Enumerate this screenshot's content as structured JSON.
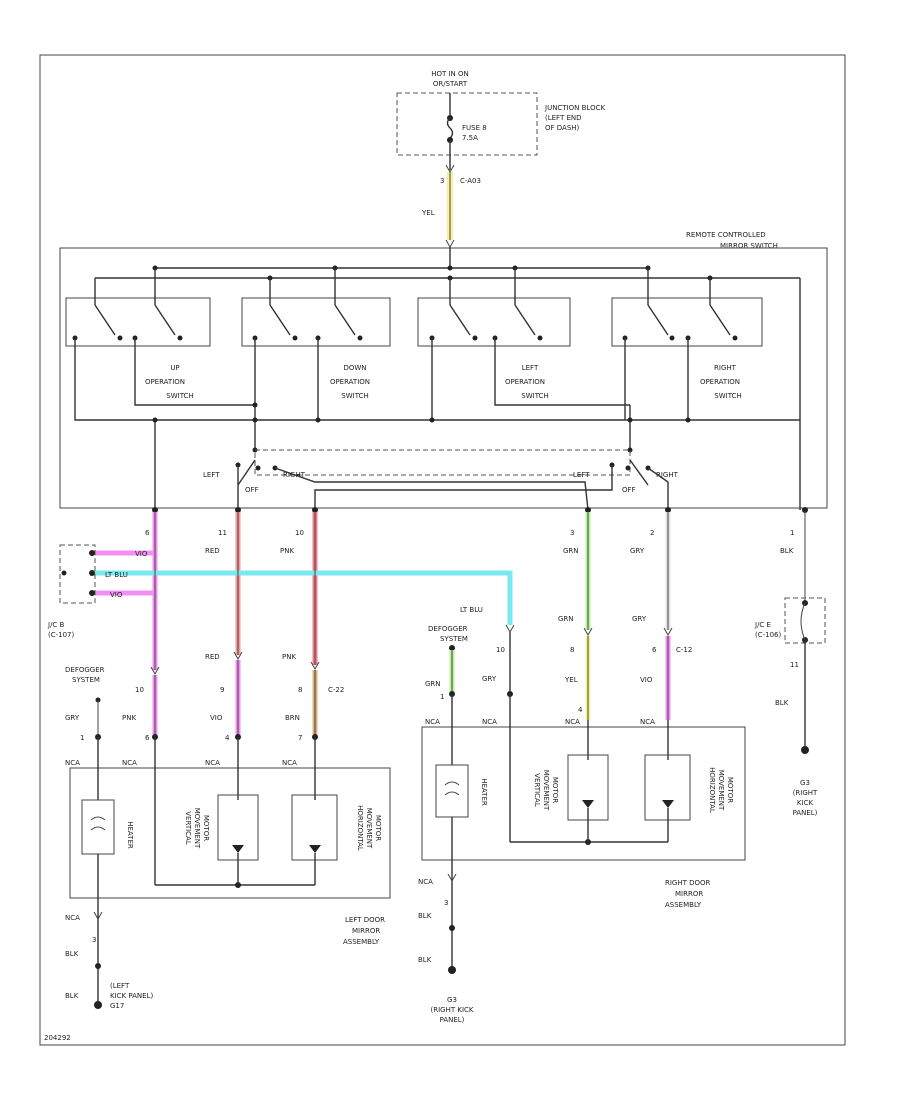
{
  "power": {
    "hot_line1": "HOT IN ON",
    "hot_line2": "OR/START",
    "fuse_line1": "FUSE 8",
    "fuse_line2": "7.5A",
    "junction_line1": "JUNCTION BLOCK",
    "junction_line2": "(LEFT END",
    "junction_line3": "OF DASH)",
    "conn_pin": "3",
    "conn_name": "C-A03",
    "wire": "YEL"
  },
  "switch": {
    "title_line1": "REMOTE CONTROLLED",
    "title_line2": "MIRROR SWITCH",
    "up_line1": "UP",
    "up_line2": "OPERATION",
    "up_line3": "SWITCH",
    "down_line1": "DOWN",
    "down_line2": "OPERATION",
    "down_line3": "SWITCH",
    "left_line1": "LEFT",
    "left_line2": "OPERATION",
    "left_line3": "SWITCH",
    "right_line1": "RIGHT",
    "right_line2": "OPERATION",
    "right_line3": "SWITCH",
    "sel1_left": "LEFT",
    "sel1_off": "OFF",
    "sel1_right": "RIGHT",
    "sel2_left": "LEFT",
    "sel2_off": "OFF",
    "sel2_right": "RIGHT"
  },
  "pins": {
    "p6": "6",
    "p11": "11",
    "p10": "10",
    "p3": "3",
    "p2": "2",
    "p1": "1"
  },
  "wires": {
    "w1": "VIO",
    "w2": "RED",
    "w3": "PNK",
    "w4": "GRN",
    "w5": "GRY",
    "w6": "BLK",
    "ltblu": "LT BLU",
    "vio2": "VIO"
  },
  "jc": {
    "jc_a_line1": "J/C B",
    "jc_a_line2": "(C-107)",
    "jc_b_line1": "J/C E",
    "jc_b_line2": "(C-106)",
    "jc_b_pin": "11",
    "jc_b_wire": "BLK"
  },
  "left_side": {
    "defog_line1": "DEFOGGER",
    "defog_line2": "SYSTEM",
    "pin10": "10",
    "pin9": "9",
    "pin8": "8",
    "conn": "C-22",
    "wire_red": "RED",
    "wire_pnk": "PNK",
    "wire_gry": "GRY",
    "wire_pnk2": "PNK",
    "wire_vio": "VIO",
    "wire_brn": "BRN",
    "pin1": "1",
    "pin6": "6",
    "pin4": "4",
    "pin7": "7",
    "nca1": "NCA",
    "nca2": "NCA",
    "nca3": "NCA",
    "nca4": "NCA",
    "heater": "HEATER",
    "vert_line1": "VERTICAL",
    "vert_line2": "MOVEMENT",
    "vert_line3": "MOTOR",
    "horiz_line1": "HORIZONTAL",
    "horiz_line2": "MOVEMENT",
    "horiz_line3": "MOTOR",
    "asm_line1": "LEFT DOOR",
    "asm_line2": "MIRROR",
    "asm_line3": "ASSEMBLY",
    "nca_bottom": "NCA",
    "pin_bottom": "3",
    "blk1": "BLK",
    "blk2": "BLK",
    "gnd_line1": "(LEFT",
    "gnd_line2": "KICK PANEL)",
    "gnd_line3": "G17"
  },
  "right_side": {
    "defog_line1": "DEFOGGER",
    "defog_line2": "SYSTEM",
    "ltblu": "LT BLU",
    "pin10": "10",
    "grn": "GRN",
    "gry": "GRY",
    "grn2": "GRN",
    "gry2": "GRY",
    "pin8": "8",
    "pin6": "6",
    "conn": "C-12",
    "yel": "YEL",
    "vio": "VIO",
    "pin1": "1",
    "pin4": "4",
    "nca1": "NCA",
    "nca2": "NCA",
    "nca3": "NCA",
    "nca4": "NCA",
    "heater": "HEATER",
    "vert_line1": "VERTICAL",
    "vert_line2": "MOVEMENT",
    "vert_line3": "MOTOR",
    "horiz_line1": "HORIZONTAL",
    "horiz_line2": "MOVEMENT",
    "horiz_line3": "MOTOR",
    "asm_line1": "RIGHT DOOR",
    "asm_line2": "MIRROR",
    "asm_line3": "ASSEMBLY",
    "nca_bottom": "NCA",
    "pin_bottom": "3",
    "blk1": "BLK",
    "blk2": "BLK",
    "gnd_line1": "G3",
    "gnd_line2": "(RIGHT KICK",
    "gnd_line3": "PANEL)",
    "gnd_r_line1": "G3",
    "gnd_r_line2": "(RIGHT",
    "gnd_r_line3": "KICK",
    "gnd_r_line4": "PANEL)"
  },
  "footer": {
    "code": "204292"
  }
}
